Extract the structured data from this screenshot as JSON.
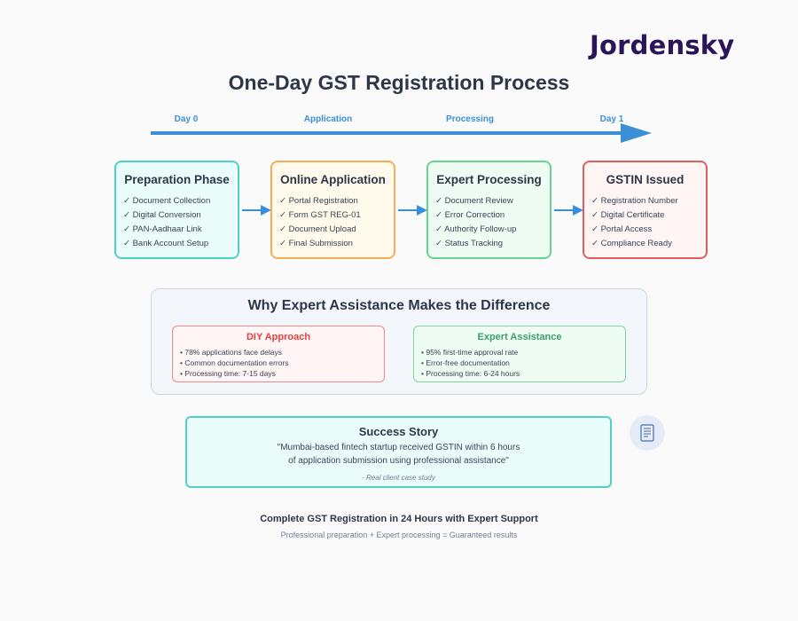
{
  "brand": {
    "logo_text": "Jordensky"
  },
  "title": "One-Day GST Registration Process",
  "timeline": {
    "labels": [
      "Day 0",
      "Application",
      "Processing",
      "Day 1"
    ],
    "color": "#3a8fd6"
  },
  "phases": [
    {
      "title": "Preparation Phase",
      "border": "#4fd1c5",
      "bg": "#eafdfa",
      "items": [
        "✓ Document Collection",
        "✓ Digital Conversion",
        "✓ PAN-Aadhaar Link",
        "✓ Bank Account Setup"
      ]
    },
    {
      "title": "Online Application",
      "border": "#f6ad55",
      "bg": "#fffaeb",
      "items": [
        "✓ Portal Registration",
        "✓ Form GST REG-01",
        "✓ Document Upload",
        "✓ Final Submission"
      ]
    },
    {
      "title": "Expert Processing",
      "border": "#68d391",
      "bg": "#effcf3",
      "items": [
        "✓ Document Review",
        "✓ Error Correction",
        "✓ Authority Follow-up",
        "✓ Status Tracking"
      ]
    },
    {
      "title": "GSTIN Issued",
      "border": "#e05d5d",
      "bg": "#fff5f5",
      "items": [
        "✓ Registration Number",
        "✓ Digital Certificate",
        "✓ Portal Access",
        "✓ Compliance Ready"
      ]
    }
  ],
  "why": {
    "title": "Why Expert Assistance Makes the Difference",
    "diy": {
      "title": "DIY Approach",
      "color": "#e53e3e",
      "items": [
        "• 78% applications face delays",
        "• Common documentation errors",
        "• Processing time: 7-15 days"
      ]
    },
    "expert": {
      "title": "Expert Assistance",
      "color": "#38a169",
      "items": [
        "• 95% first-time approval rate",
        "• Error-free documentation",
        "• Processing time: 6-24 hours"
      ]
    }
  },
  "story": {
    "title": "Success Story",
    "quote_line1": "\"Mumbai-based fintech startup received GSTIN within 6 hours",
    "quote_line2": "of application submission using professional assistance\"",
    "source": "- Real client case study"
  },
  "badge_icon": "document-icon",
  "footer": {
    "headline": "Complete GST Registration in 24 Hours with Expert Support",
    "subline": "Professional preparation + Expert processing = Guaranteed results"
  }
}
